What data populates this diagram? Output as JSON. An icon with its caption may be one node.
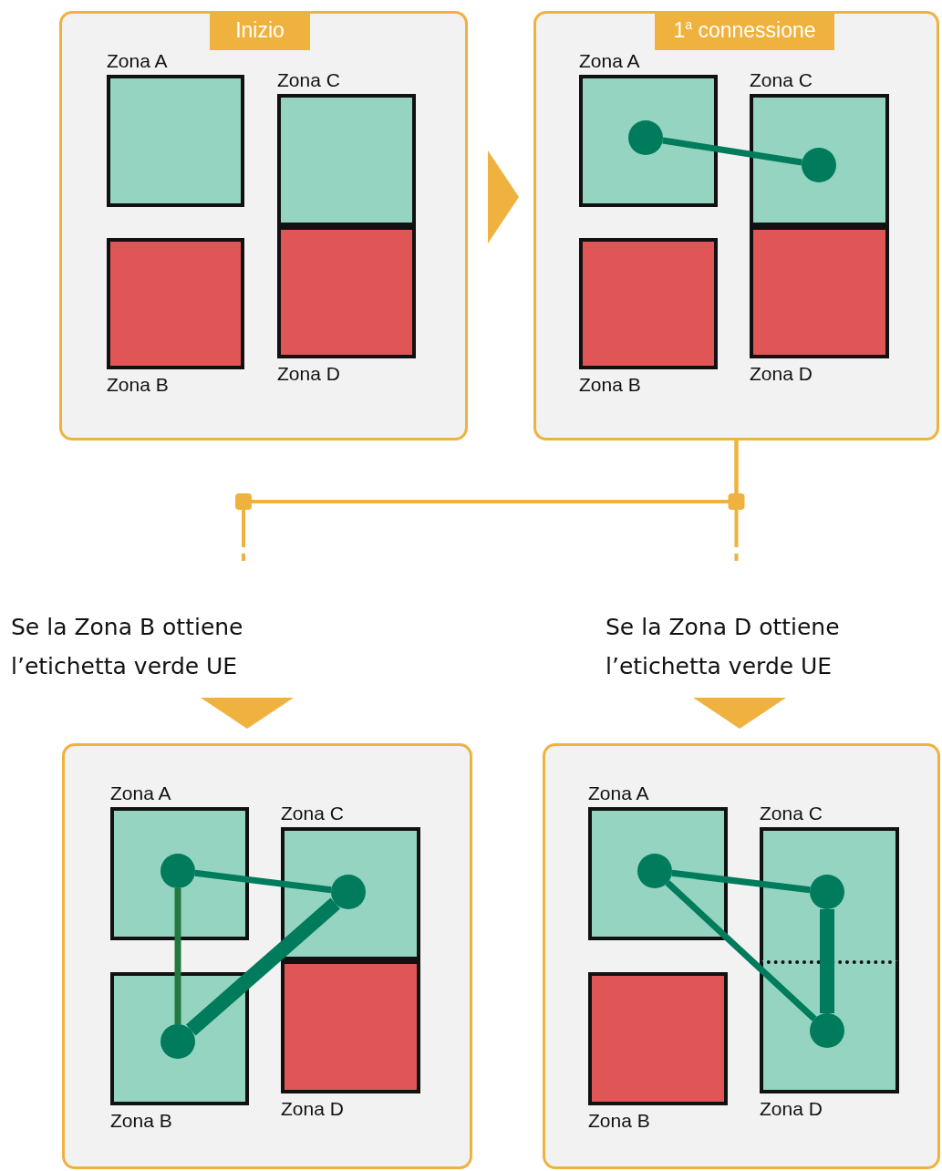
{
  "diagram": {
    "nodes": [
      {
        "text": [
          "Inizio"
        ]
      },
      {
        "text": [
          "Zona A"
        ],
        "in": 0
      },
      {
        "text": [
          "Zona C"
        ],
        "in": 0
      },
      {
        "text": [
          "Zona B"
        ],
        "in": 0
      },
      {
        "text": [
          "Zona D"
        ],
        "in": 0
      },
      {
        "text": [
          "1$^{a}$ connessione"
        ]
      },
      {
        "text": [
          "Zona A"
        ],
        "in": 5
      },
      {
        "text": [],
        "shape": "circle",
        "in": 6
      },
      {
        "text": [
          "Zona C"
        ],
        "in": 5
      },
      {
        "text": [],
        "shape": "circle",
        "in": 8
      },
      {
        "text": [
          "Zona B"
        ],
        "in": 5
      },
      {
        "text": [
          "Zona D"
        ],
        "in": 5
      },
      {
        "text": [
          "Se la Zona B ottiene l’etichetta verde UE"
        ]
      },
      {
        "text": [
          "Se la Zona D ottiene l’etichetta verde UE"
        ]
      },
      {
        "text": [],
        "shape": "box"
      },
      {
        "text": [
          "Zona A"
        ],
        "in": 14
      },
      {
        "text": [],
        "shape": "circle",
        "in": 15
      },
      {
        "text": [
          "Zona C"
        ],
        "in": 14
      },
      {
        "text": [],
        "shape": "circle",
        "in": 17
      },
      {
        "text": [
          "Zona B"
        ],
        "in": 14
      },
      {
        "text": [],
        "shape": "circle",
        "in": 19
      },
      {
        "text": [
          "Zona D"
        ],
        "in": 14
      },
      {
        "text": [],
        "shape": "box"
      },
      {
        "text": [
          "Zona A"
        ],
        "in": 22
      },
      {
        "text": [],
        "shape": "circle",
        "in": 23
      },
      {
        "text": [
          "Zona C"
        ],
        "in": 22
      },
      {
        "text": [],
        "shape": "circle",
        "in": 25
      },
      {
        "text": [
          "Zona B"
        ],
        "in": 22
      },
      {
        "text": [
          "Zona D"
        ],
        "in": 22
      },
      {
        "text": [],
        "shape": "circle",
        "in": 28
      }
    ],
    "edges": [
      {
        "from": 0,
        "to": 5,
        "arrow": "to",
        "color": "#f0b23e"
      },
      {
        "from": 7,
        "to": 9,
        "arrow": "none"
      },
      {
        "from": 5,
        "to": 12,
        "arrow": "none",
        "style": "dashed",
        "color": "#f0b23e"
      },
      {
        "from": 5,
        "to": 13,
        "arrow": "none",
        "style": "dashed",
        "color": "#f0b23e"
      },
      {
        "from": 12,
        "to": 14,
        "arrow": "to",
        "color": "#f0b23e"
      },
      {
        "from": 13,
        "to": 22,
        "arrow": "to",
        "color": "#f0b23e"
      },
      {
        "from": 16,
        "to": 18,
        "arrow": "none"
      },
      {
        "from": 16,
        "to": 20,
        "arrow": "none",
        "color": "#22783e"
      },
      {
        "from": 20,
        "to": 18,
        "arrow": "none",
        "style": "thick"
      },
      {
        "from": 24,
        "to": 26,
        "arrow": "none"
      },
      {
        "from": 24,
        "to": 29,
        "arrow": "none"
      },
      {
        "from": 26,
        "to": 29,
        "arrow": "none",
        "style": "thick"
      }
    ]
  }
}
